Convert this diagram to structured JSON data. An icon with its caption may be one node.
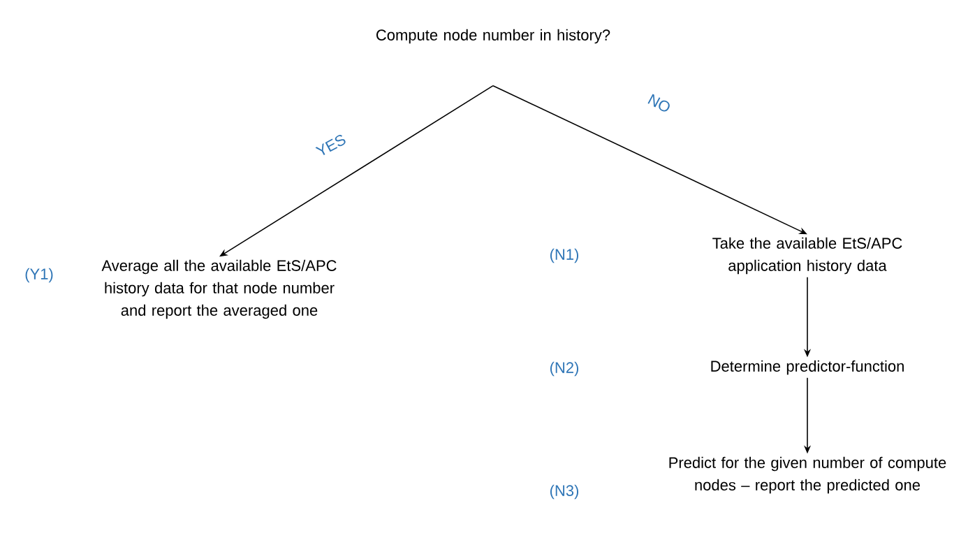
{
  "diagram": {
    "nodes": [
      {
        "text": [
          "Compute node number in history?"
        ]
      },
      {
        "text": [
          "Average all the available EtS/APC history data for that node number and report the averaged one"
        ],
        "beside": [
          "(Y1)"
        ]
      },
      {
        "text": [
          "Take the available EtS/APC application history data"
        ]
      },
      {
        "text": [
          "Determine predictor-function"
        ]
      },
      {
        "text": [
          "Predict for the given number of compute nodes – report the predicted one"
        ]
      }
    ],
    "edges": [
      {
        "from": 0,
        "to": 1,
        "arrow": "to",
        "label": "YES"
      },
      {
        "from": 0,
        "to": 2,
        "arrow": "to",
        "label": "NO"
      },
      {
        "from": 2,
        "to": 3,
        "arrow": "to"
      },
      {
        "from": 3,
        "to": 4,
        "arrow": "to"
      }
    ],
    "labels": [
      "(N1)",
      "(N2)",
      "(N3)"
    ]
  }
}
